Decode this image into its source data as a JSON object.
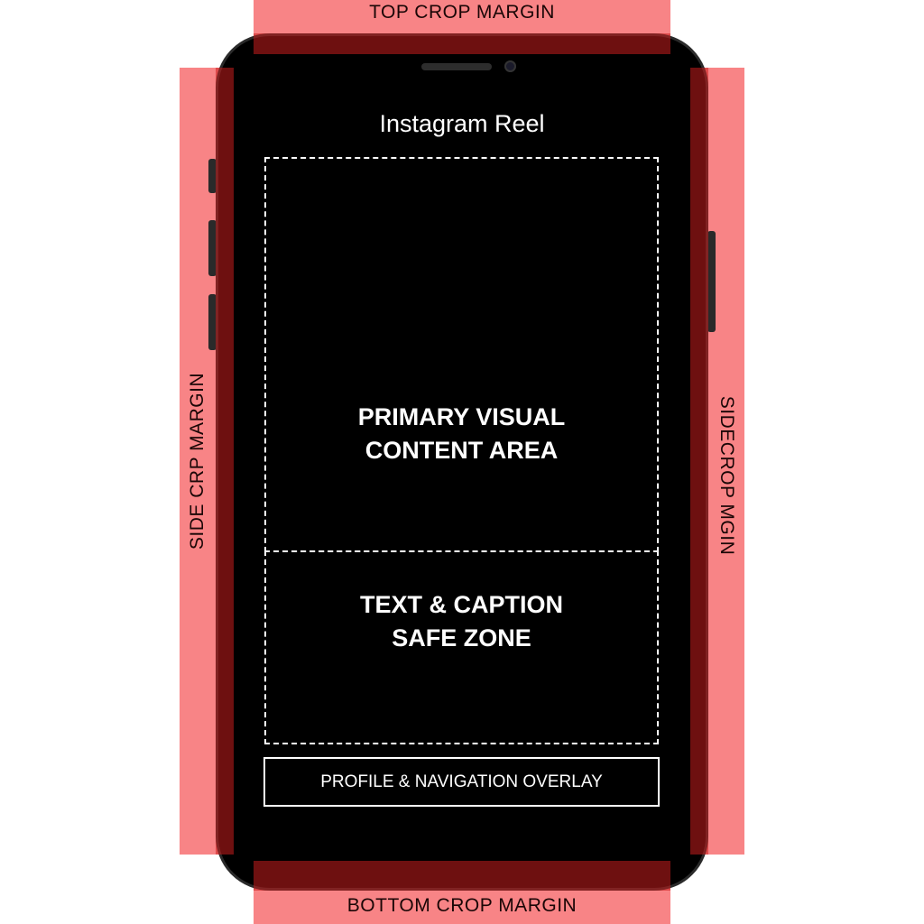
{
  "margins": {
    "top": "TOP CROP MARGIN",
    "bottom": "BOTTOM CROP MARGIN",
    "left": "SIDE CRP MARGIN",
    "right": "SIDECROP MGIN"
  },
  "phone": {
    "title": "Instagram Reel",
    "primary_zone": {
      "line1": "PRIMARY VISUAL",
      "line2": "CONTENT AREA"
    },
    "text_zone": {
      "line1": "TEXT & CAPTION",
      "line2": "SAFE ZONE"
    },
    "overlay_label": "PROFILE & NAVIGATION OVERLAY"
  },
  "colors": {
    "margin_band": "#f88486",
    "phone_body": "#000000",
    "zone_outline": "#ffffff"
  }
}
